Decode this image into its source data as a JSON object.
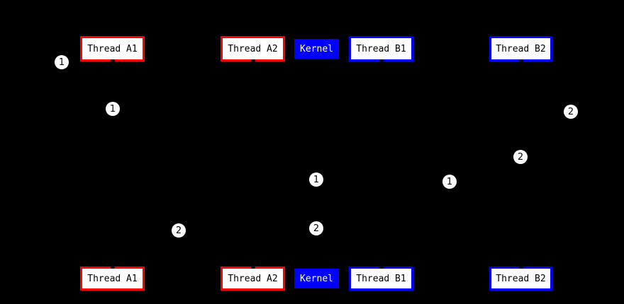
{
  "diagram": {
    "type": "sequence-diagram",
    "colors": {
      "background": "#000000",
      "thread_a_border": "#ff0000",
      "thread_b_border": "#0000ff",
      "kernel_fill": "#0000ff",
      "entity_fill": "#ffffff",
      "entity_text": "#000000",
      "kernel_text": "#ffffff",
      "marker_fill": "#ffffff",
      "marker_text": "#000000"
    },
    "entities": [
      {
        "label": "Thread A1"
      },
      {
        "label": "Thread A2"
      },
      {
        "label": "Kernel"
      },
      {
        "label": "Thread B1"
      },
      {
        "label": "Thread B2"
      }
    ],
    "markers": [
      {
        "label": "1"
      },
      {
        "label": "1"
      },
      {
        "label": "2"
      },
      {
        "label": "2"
      },
      {
        "label": "1"
      },
      {
        "label": "1"
      },
      {
        "label": "2"
      },
      {
        "label": "2"
      }
    ]
  }
}
